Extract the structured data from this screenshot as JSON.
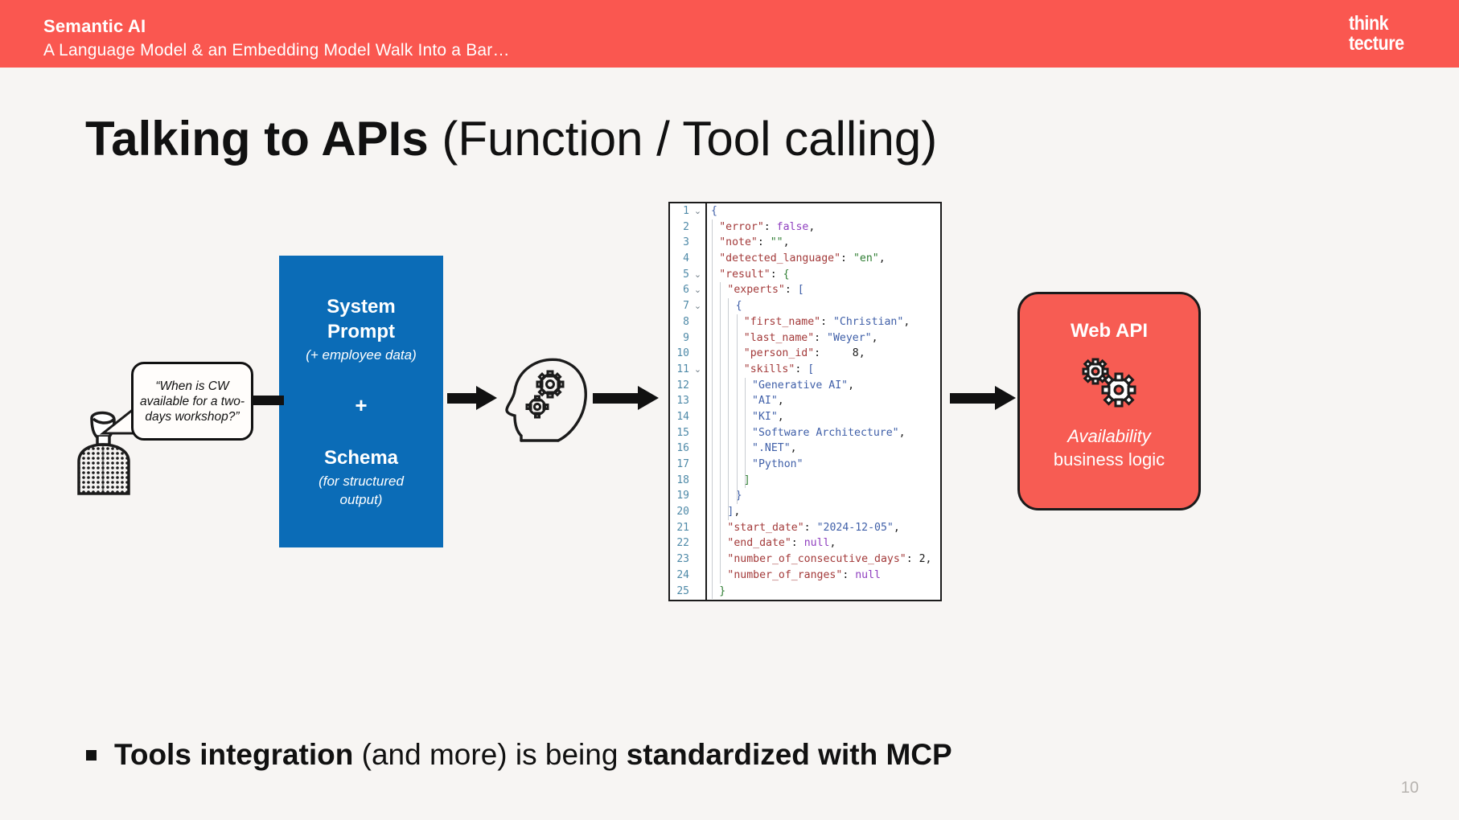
{
  "header": {
    "title": "Semantic AI",
    "subtitle": "A Language Model & an Embedding Model Walk Into a Bar…",
    "logo_line1": "think",
    "logo_line2": "tecture",
    "bg_color": "#fa5750"
  },
  "slide": {
    "title_bold": "Talking to APIs",
    "title_regular": " (Function / Tool calling)",
    "page_number": "10"
  },
  "user": {
    "bubble_text": "“When is CW available for a two-days workshop?”"
  },
  "system_prompt_box": {
    "heading_line1": "System",
    "heading_line2": "Prompt",
    "sub1": "(+ employee data)",
    "plus": "+",
    "heading2": "Schema",
    "sub2_line1": "(for structured",
    "sub2_line2": "output)",
    "color": "#0b6cb7"
  },
  "web_api_box": {
    "heading": "Web API",
    "italic_line": "Availability",
    "plain_line": "business logic",
    "color": "#f75c53"
  },
  "code_block": {
    "lines": [
      {
        "n": "1",
        "fold": true,
        "indent": 0,
        "bars": 0,
        "tokens": [
          {
            "t": "{",
            "c": "br"
          }
        ]
      },
      {
        "n": "2",
        "fold": false,
        "indent": 1,
        "bars": 1,
        "tokens": [
          {
            "t": "\"error\"",
            "c": "k"
          },
          {
            "t": ": ",
            "c": "pn"
          },
          {
            "t": "false",
            "c": "kw"
          },
          {
            "t": ",",
            "c": "pn"
          }
        ]
      },
      {
        "n": "3",
        "fold": false,
        "indent": 1,
        "bars": 1,
        "tokens": [
          {
            "t": "\"note\"",
            "c": "k"
          },
          {
            "t": ": ",
            "c": "pn"
          },
          {
            "t": "\"\"",
            "c": "s"
          },
          {
            "t": ",",
            "c": "pn"
          }
        ]
      },
      {
        "n": "4",
        "fold": false,
        "indent": 1,
        "bars": 1,
        "tokens": [
          {
            "t": "\"detected_language\"",
            "c": "k"
          },
          {
            "t": ": ",
            "c": "pn"
          },
          {
            "t": "\"en\"",
            "c": "s"
          },
          {
            "t": ",",
            "c": "pn"
          }
        ]
      },
      {
        "n": "5",
        "fold": true,
        "indent": 1,
        "bars": 1,
        "tokens": [
          {
            "t": "\"result\"",
            "c": "k"
          },
          {
            "t": ": ",
            "c": "pn"
          },
          {
            "t": "{",
            "c": "brg"
          }
        ]
      },
      {
        "n": "6",
        "fold": true,
        "indent": 2,
        "bars": 2,
        "tokens": [
          {
            "t": "\"experts\"",
            "c": "k"
          },
          {
            "t": ": ",
            "c": "pn"
          },
          {
            "t": "[",
            "c": "br"
          }
        ]
      },
      {
        "n": "7",
        "fold": true,
        "indent": 3,
        "bars": 3,
        "tokens": [
          {
            "t": "{",
            "c": "br"
          }
        ]
      },
      {
        "n": "8",
        "fold": false,
        "indent": 4,
        "bars": 4,
        "tokens": [
          {
            "t": "\"first_name\"",
            "c": "k"
          },
          {
            "t": ": ",
            "c": "pn"
          },
          {
            "t": "\"Christian\"",
            "c": "sa"
          },
          {
            "t": ",",
            "c": "pn"
          }
        ]
      },
      {
        "n": "9",
        "fold": false,
        "indent": 4,
        "bars": 4,
        "tokens": [
          {
            "t": "\"last_name\"",
            "c": "k"
          },
          {
            "t": ": ",
            "c": "pn"
          },
          {
            "t": "\"Weyer\"",
            "c": "sa"
          },
          {
            "t": ",",
            "c": "pn"
          }
        ]
      },
      {
        "n": "10",
        "fold": false,
        "indent": 4,
        "bars": 4,
        "tokens": [
          {
            "t": "\"person_id\"",
            "c": "k"
          },
          {
            "t": ":     ",
            "c": "pn"
          },
          {
            "t": "8",
            "c": "num"
          },
          {
            "t": ",",
            "c": "pn"
          }
        ]
      },
      {
        "n": "11",
        "fold": true,
        "indent": 4,
        "bars": 4,
        "tokens": [
          {
            "t": "\"skills\"",
            "c": "k"
          },
          {
            "t": ": ",
            "c": "pn"
          },
          {
            "t": "[",
            "c": "br"
          }
        ]
      },
      {
        "n": "12",
        "fold": false,
        "indent": 5,
        "bars": 5,
        "tokens": [
          {
            "t": "\"Generative AI\"",
            "c": "sa"
          },
          {
            "t": ",",
            "c": "pn"
          }
        ]
      },
      {
        "n": "13",
        "fold": false,
        "indent": 5,
        "bars": 5,
        "tokens": [
          {
            "t": "\"AI\"",
            "c": "sa"
          },
          {
            "t": ",",
            "c": "pn"
          }
        ]
      },
      {
        "n": "14",
        "fold": false,
        "indent": 5,
        "bars": 5,
        "tokens": [
          {
            "t": "\"KI\"",
            "c": "sa"
          },
          {
            "t": ",",
            "c": "pn"
          }
        ]
      },
      {
        "n": "15",
        "fold": false,
        "indent": 5,
        "bars": 5,
        "tokens": [
          {
            "t": "\"Software Architecture\"",
            "c": "sa"
          },
          {
            "t": ",",
            "c": "pn"
          }
        ]
      },
      {
        "n": "16",
        "fold": false,
        "indent": 5,
        "bars": 5,
        "tokens": [
          {
            "t": "\".NET\"",
            "c": "sa"
          },
          {
            "t": ",",
            "c": "pn"
          }
        ]
      },
      {
        "n": "17",
        "fold": false,
        "indent": 5,
        "bars": 5,
        "tokens": [
          {
            "t": "\"Python\"",
            "c": "sa"
          }
        ]
      },
      {
        "n": "18",
        "fold": false,
        "indent": 4,
        "bars": 5,
        "tokens": [
          {
            "t": "]",
            "c": "brg"
          }
        ]
      },
      {
        "n": "19",
        "fold": false,
        "indent": 3,
        "bars": 4,
        "tokens": [
          {
            "t": "}",
            "c": "br"
          }
        ]
      },
      {
        "n": "20",
        "fold": false,
        "indent": 2,
        "bars": 3,
        "tokens": [
          {
            "t": "]",
            "c": "br"
          },
          {
            "t": ",",
            "c": "pn"
          }
        ]
      },
      {
        "n": "21",
        "fold": false,
        "indent": 2,
        "bars": 2,
        "tokens": [
          {
            "t": "\"start_date\"",
            "c": "k"
          },
          {
            "t": ": ",
            "c": "pn"
          },
          {
            "t": "\"2024-12-05\"",
            "c": "sa"
          },
          {
            "t": ",",
            "c": "pn"
          }
        ]
      },
      {
        "n": "22",
        "fold": false,
        "indent": 2,
        "bars": 2,
        "tokens": [
          {
            "t": "\"end_date\"",
            "c": "k"
          },
          {
            "t": ": ",
            "c": "pn"
          },
          {
            "t": "null",
            "c": "kw"
          },
          {
            "t": ",",
            "c": "pn"
          }
        ]
      },
      {
        "n": "23",
        "fold": false,
        "indent": 2,
        "bars": 2,
        "tokens": [
          {
            "t": "\"number_of_consecutive_days\"",
            "c": "k"
          },
          {
            "t": ": ",
            "c": "pn"
          },
          {
            "t": "2",
            "c": "num"
          },
          {
            "t": ",",
            "c": "pn"
          }
        ]
      },
      {
        "n": "24",
        "fold": false,
        "indent": 2,
        "bars": 2,
        "tokens": [
          {
            "t": "\"number_of_ranges\"",
            "c": "k"
          },
          {
            "t": ": ",
            "c": "pn"
          },
          {
            "t": "null",
            "c": "kw"
          }
        ]
      },
      {
        "n": "25",
        "fold": false,
        "indent": 1,
        "bars": 1,
        "tokens": [
          {
            "t": "}",
            "c": "brg"
          }
        ]
      }
    ]
  },
  "bullet": {
    "seg1": "Tools integration",
    "seg2": " (and more) is being ",
    "seg3": "standardized with MCP"
  },
  "icons": {
    "person": "person-icon",
    "brain_head": "head-gears-icon",
    "gears": "gears-icon"
  }
}
